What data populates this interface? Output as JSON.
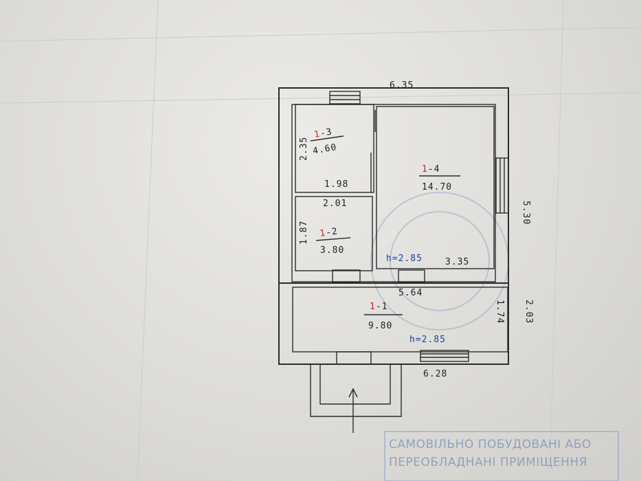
{
  "plan": {
    "overall_top_width": "6.35",
    "overall_bottom_width": "6.28",
    "overall_right_upper": "5.30",
    "overall_right_lower": "2.03",
    "corridor_width": "5.64",
    "corridor_height": "1.74",
    "room_1_3": {
      "number_prefix": "1",
      "number_suffix": "-3",
      "area": "4.60",
      "height_dim": "2.35",
      "width_dim": "1.98"
    },
    "room_1_2": {
      "number_prefix": "1",
      "number_suffix": "-2",
      "area": "3.80",
      "height_dim": "1.87",
      "width_dim": "2.01"
    },
    "room_1_4": {
      "number_prefix": "1",
      "number_suffix": "-4",
      "area": "14.70",
      "width_dim": "3.35",
      "ceiling": "h=2.85"
    },
    "room_1_1": {
      "number_prefix": "1",
      "number_suffix": "-1",
      "area": "9.80",
      "ceiling": "h=2.85"
    }
  },
  "stamp": {
    "line1": "САМОВІЛЬНО ПОБУДОВАНІ АБО",
    "line2": "ПЕРЕОБЛАДНАНІ  ПРИМІЩЕННЯ"
  }
}
